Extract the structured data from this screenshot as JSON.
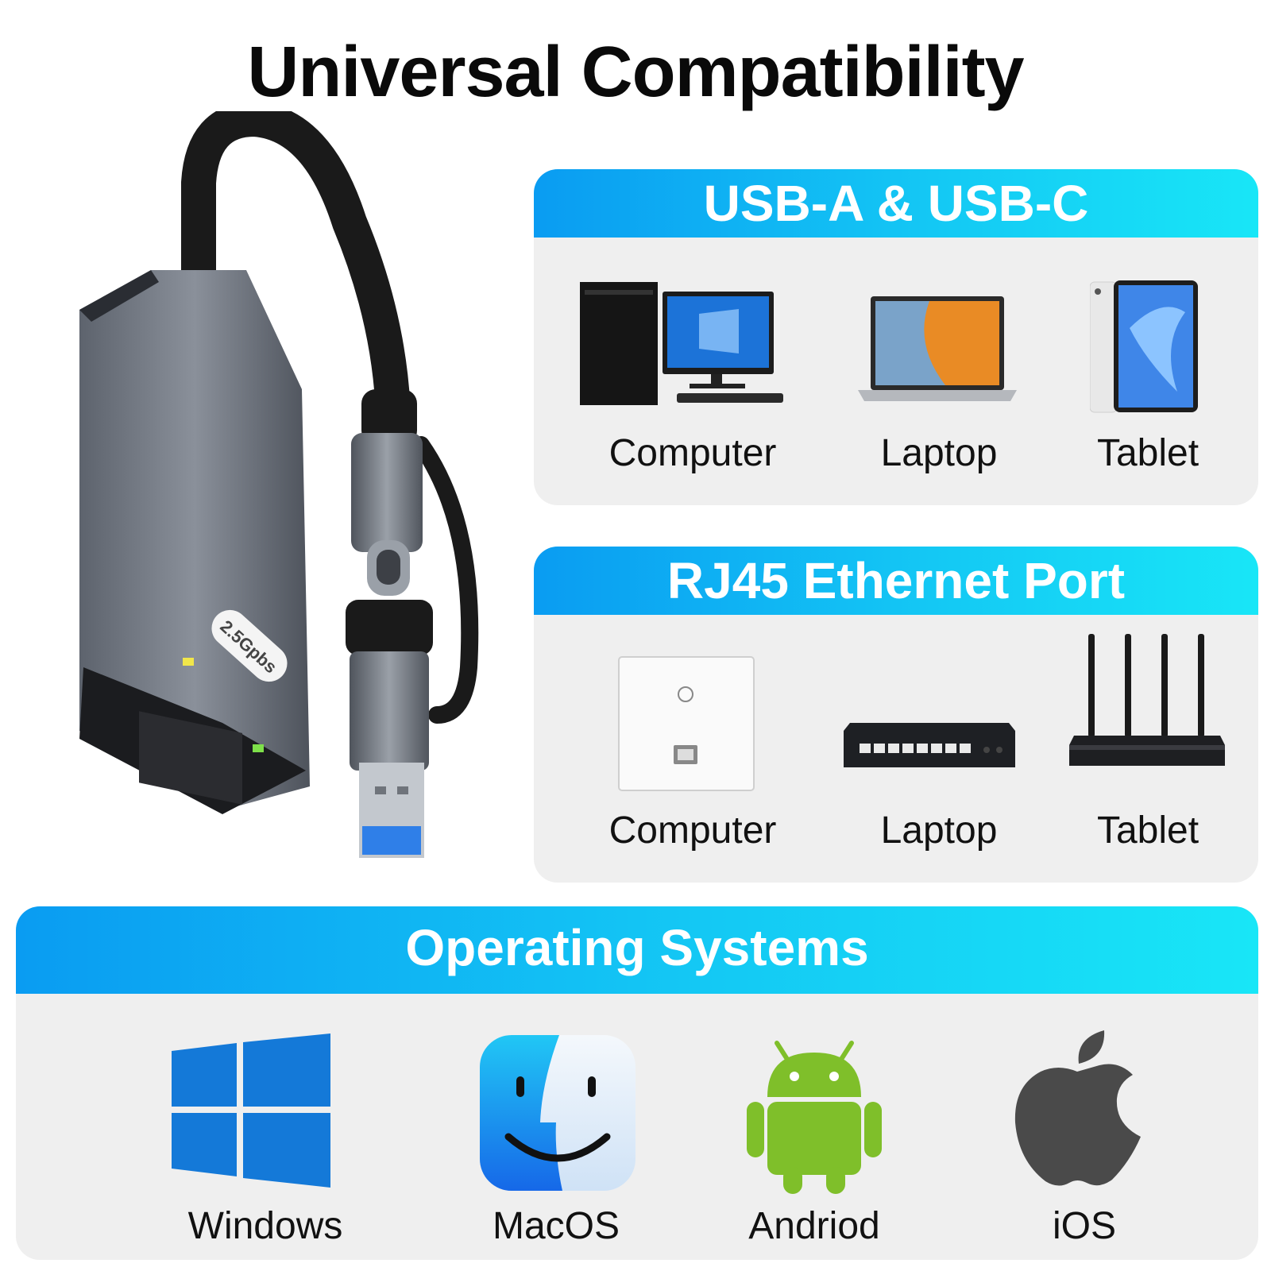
{
  "title": "Universal Compatibility",
  "product": {
    "badge": "2.5Gpbs"
  },
  "usb_section": {
    "header": "USB-A & USB-C",
    "items": [
      {
        "label": "Computer",
        "icon": "desktop-computer-icon"
      },
      {
        "label": "Laptop",
        "icon": "laptop-icon"
      },
      {
        "label": "Tablet",
        "icon": "tablet-icon"
      }
    ]
  },
  "rj45_section": {
    "header": "RJ45 Ethernet Port",
    "items": [
      {
        "label": "Computer",
        "icon": "wall-socket-icon"
      },
      {
        "label": "Laptop",
        "icon": "network-switch-icon"
      },
      {
        "label": "Tablet",
        "icon": "router-icon"
      }
    ]
  },
  "os_section": {
    "header": "Operating Systems",
    "items": [
      {
        "label": "Windows",
        "icon": "windows-logo-icon"
      },
      {
        "label": "MacOS",
        "icon": "macos-finder-icon"
      },
      {
        "label": "Andriod",
        "icon": "android-logo-icon"
      },
      {
        "label": "iOS",
        "icon": "apple-logo-icon"
      }
    ]
  },
  "colors": {
    "header_gradient_start": "#0a9cf2",
    "header_gradient_end": "#18e6f7",
    "panel_bg": "#efefef",
    "adapter_body": "#6e7480",
    "windows_blue": "#1479d8",
    "android_green": "#7fbf2a"
  }
}
